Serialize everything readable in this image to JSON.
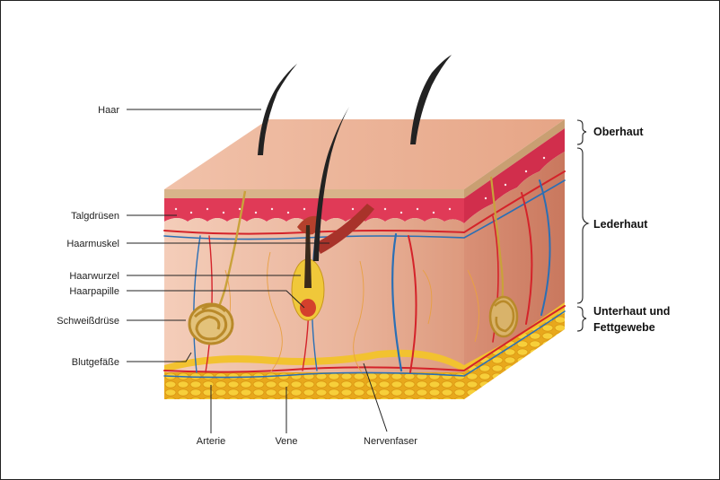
{
  "labels_left": {
    "haar": "Haar",
    "talgdruesen": "Talgdrüsen",
    "haarmuskel": "Haarmuskel",
    "haarwurzel": "Haarwurzel",
    "haarpapille": "Haarpapille",
    "schweissdruese": "Schweißdrüse",
    "blutgefaesse": "Blutgefäße"
  },
  "labels_bottom": {
    "arterie": "Arterie",
    "vene": "Vene",
    "nervenfaser": "Nervenfaser"
  },
  "layers": {
    "oberhaut": "Oberhaut",
    "lederhaut": "Lederhaut",
    "unterhaut_line1": "Unterhaut und",
    "unterhaut_line2": "Fettgewebe"
  },
  "colors": {
    "skin_light": "#f3c4ae",
    "skin_mid": "#e9a98e",
    "dermis_red": "#e03a57",
    "fat_yellow": "#f2c230",
    "artery": "#d4232a",
    "vein": "#2a6fb5",
    "hair": "#222222",
    "gland_gold": "#c9a23a"
  }
}
